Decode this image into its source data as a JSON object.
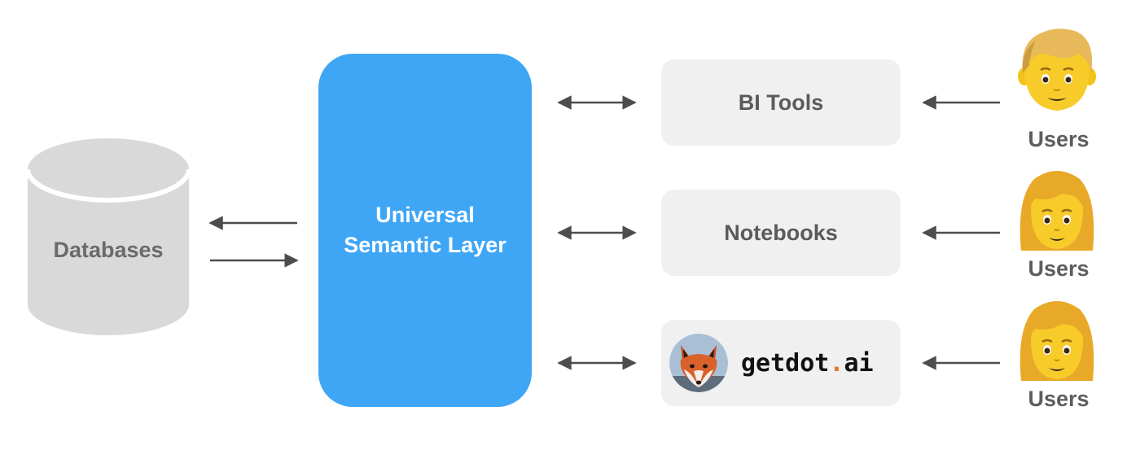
{
  "databases": {
    "label": "Databases"
  },
  "semantic_layer": {
    "label": "Universal Semantic Layer"
  },
  "tools": [
    {
      "label": "BI Tools"
    },
    {
      "label": "Notebooks"
    }
  ],
  "getdot": {
    "name_part1": "getdot",
    "dot": ".",
    "name_part2": "ai"
  },
  "users": [
    {
      "label": "Users",
      "icon": "man-emoji-icon"
    },
    {
      "label": "Users",
      "icon": "woman-emoji-icon"
    },
    {
      "label": "Users",
      "icon": "woman-emoji-icon"
    }
  ],
  "colors": {
    "semantic": "#3fa6f6",
    "database": "#d9d9d9",
    "tool_bg": "#f0f0f0",
    "arrow": "#4d4d4d",
    "brand_dot": "#e8772e"
  }
}
